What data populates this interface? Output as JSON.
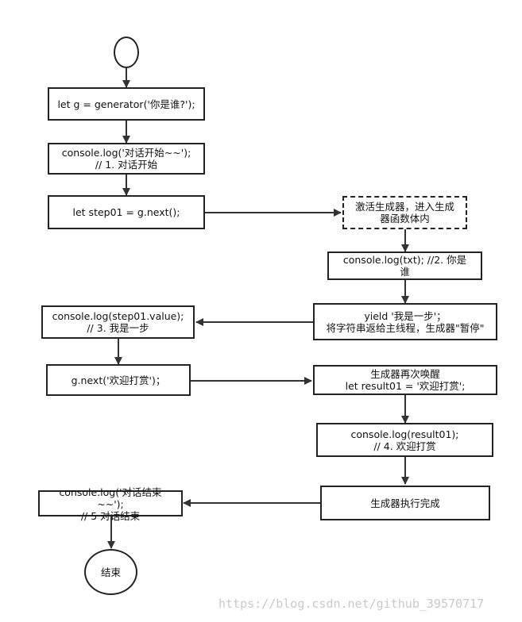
{
  "flowchart": {
    "nodes": {
      "start": "",
      "n1": "let g = generator('你是谁?');",
      "n2": "console.log('对话开始~~');\n// 1. 对话开始",
      "n3": "let step01 = g.next();",
      "g1": "激活生成器，进入生成\n器函数体内",
      "g2": "console.log(txt); //2. 你是\n谁",
      "g3": "yield '我是一步'；\n将字符串返给主线程，生成器\"暂停\"",
      "n4": "console.log(step01.value);\n// 3. 我是一步",
      "n5": "g.next('欢迎打赏')；",
      "g4": "生成器再次唤醒\nlet result01 = '欢迎打赏';",
      "g5": "console.log(result01);\n// 4. 欢迎打赏",
      "g6": "生成器执行完成",
      "n6": "console.log('对话结束\n~~');\n// 5 对话结束",
      "end": "结束"
    }
  },
  "watermark": "https://blog.csdn.net/github_39570717"
}
